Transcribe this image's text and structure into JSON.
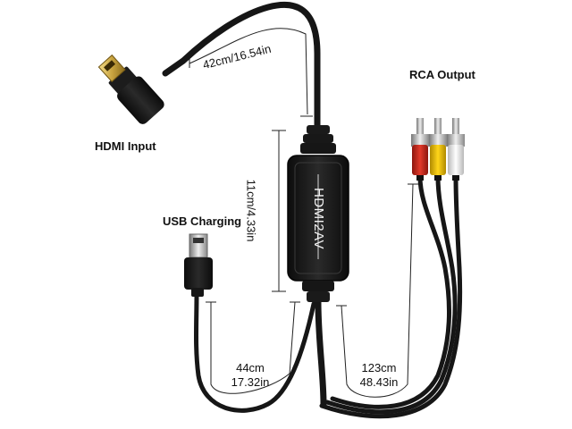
{
  "labels": {
    "hdmi_input": "HDMI Input",
    "rca_output": "RCA Output",
    "usb_charging": "USB Charging",
    "device_name": "HDMI2AV"
  },
  "measurements": {
    "hdmi_cable": "42cm/16.54in",
    "box_length": "11cm/4.33in",
    "usb_cable_cm": "44cm",
    "usb_cable_in": "17.32in",
    "rca_cable_cm": "123cm",
    "rca_cable_in": "48.43in"
  },
  "colors": {
    "cable": "#161616",
    "rca_red": "#d42a1f",
    "rca_yellow": "#f2c200",
    "rca_white": "#eeeeee",
    "metal": "#c9a440"
  }
}
